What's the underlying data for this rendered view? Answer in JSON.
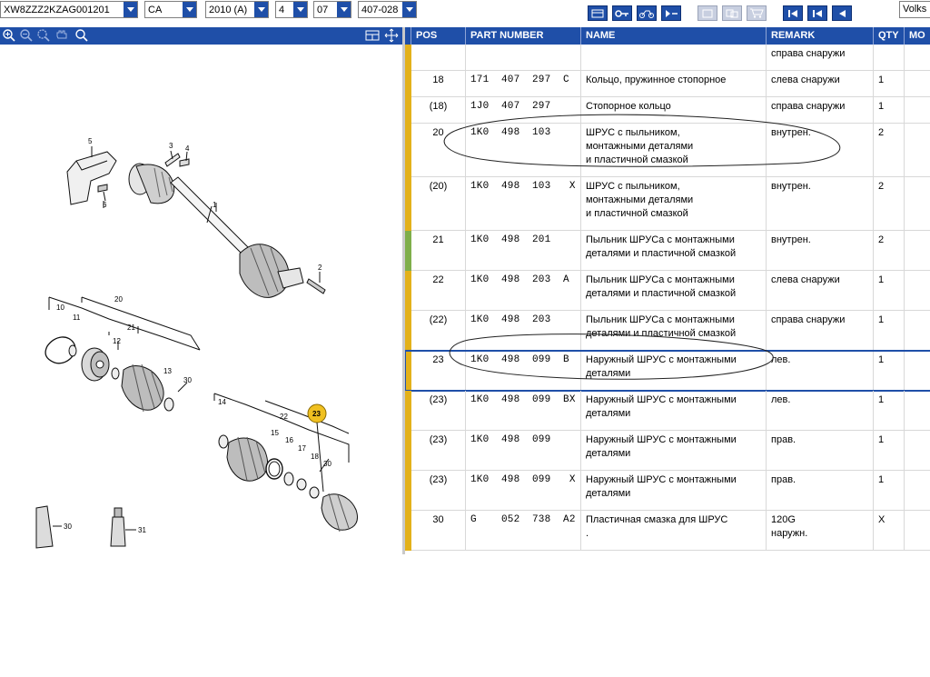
{
  "toolbar": {
    "vin": "XW8ZZZ2KZAG001201",
    "market": "CA",
    "year": "2010 (A)",
    "main_group": "4",
    "sub_group": "07",
    "illustration": "407-028",
    "model": "Volks"
  },
  "table": {
    "headers": {
      "pos": "POS",
      "part_number": "PART NUMBER",
      "name": "NAME",
      "remark": "REMARK",
      "qty": "QTY",
      "model": "MO"
    },
    "rows": [
      {
        "pos": "",
        "part_number": "",
        "name": "",
        "remark": "справа снаружи",
        "qty": "",
        "stripe": "#e3b11a"
      },
      {
        "pos": "18",
        "part_number": "171  407  297  C",
        "name": "Кольцо, пружинное стопорное",
        "remark": "слева снаружи",
        "qty": "1",
        "stripe": "#e3b11a"
      },
      {
        "pos": "(18)",
        "part_number": "1J0  407  297",
        "name": "Стопорное кольцо",
        "remark": "справа снаружи",
        "qty": "1",
        "stripe": "#e3b11a"
      },
      {
        "pos": "20",
        "part_number": "1K0  498  103",
        "name": "ШРУС с пыльником,\nмонтажными деталями\nи пластичной смазкой",
        "remark": "внутрен.",
        "qty": "2",
        "stripe": "#e3b11a"
      },
      {
        "pos": "(20)",
        "part_number": "1K0  498  103   X",
        "name": "ШРУС с пыльником,\nмонтажными деталями\nи пластичной смазкой",
        "remark": "внутрен.",
        "qty": "2",
        "stripe": "#e3b11a"
      },
      {
        "pos": "21",
        "part_number": "1K0  498  201",
        "name": "Пыльник ШРУСа с монтажными\nдеталями и пластичной смазкой",
        "remark": "внутрен.",
        "qty": "2",
        "stripe": "#7fae4a"
      },
      {
        "pos": "22",
        "part_number": "1K0  498  203  A",
        "name": "Пыльник ШРУСа с монтажными\nдеталями и пластичной смазкой",
        "remark": "слева снаружи",
        "qty": "1",
        "stripe": "#e3b11a"
      },
      {
        "pos": "(22)",
        "part_number": "1K0  498  203",
        "name": "Пыльник ШРУСа с монтажными\nдеталями и пластичной смазкой",
        "remark": "справа снаружи",
        "qty": "1",
        "stripe": "#e3b11a"
      },
      {
        "pos": "23",
        "part_number": "1K0  498  099  B",
        "name": "Наружный ШРУС с монтажными\nдеталями",
        "remark": "лев.",
        "qty": "1",
        "stripe": "#e3b11a",
        "selected": true
      },
      {
        "pos": "(23)",
        "part_number": "1K0  498  099  BX",
        "name": "Наружный ШРУС с монтажными\nдеталями",
        "remark": "лев.",
        "qty": "1",
        "stripe": "#e3b11a"
      },
      {
        "pos": "(23)",
        "part_number": "1K0  498  099",
        "name": "Наружный ШРУС с монтажными\nдеталями",
        "remark": "прав.",
        "qty": "1",
        "stripe": "#e3b11a"
      },
      {
        "pos": "(23)",
        "part_number": "1K0  498  099   X",
        "name": "Наружный ШРУС с монтажными\nдеталями",
        "remark": "прав.",
        "qty": "1",
        "stripe": "#e3b11a"
      },
      {
        "pos": "30",
        "part_number": "G    052  738  A2",
        "name": "Пластичная смазка для ШРУС\n.",
        "remark": "120G\nнаружн.",
        "qty": "X",
        "stripe": "#e3b11a"
      }
    ]
  },
  "diagram": {
    "callouts": [
      "5",
      "3",
      "4",
      "6",
      "1",
      "2",
      "20",
      "21",
      "10",
      "11",
      "12",
      "13",
      "30",
      "14",
      "22",
      "15",
      "16",
      "17",
      "18",
      "30",
      "30",
      "31"
    ],
    "highlight": "23"
  }
}
